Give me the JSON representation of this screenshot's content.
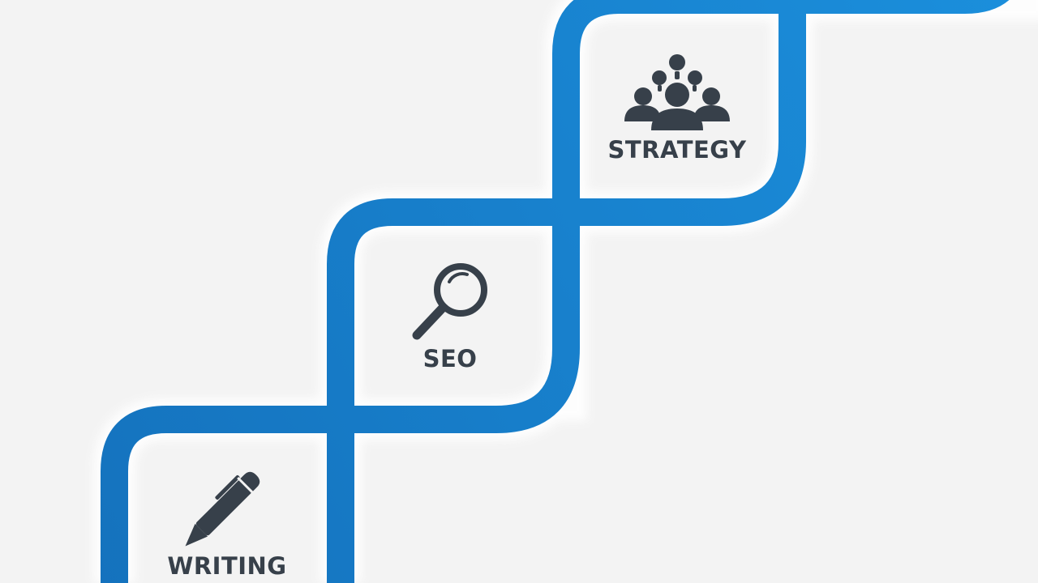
{
  "steps": [
    {
      "label": "STRATEGY",
      "icon": "team-icon"
    },
    {
      "label": "SEO",
      "icon": "magnifier-icon"
    },
    {
      "label": "WRITING",
      "icon": "pen-icon"
    }
  ],
  "colors": {
    "ribbon": "#1678c4",
    "ribbon_top": "#1a8ad6",
    "icon": "#37404a",
    "background": "#f3f3f3"
  }
}
